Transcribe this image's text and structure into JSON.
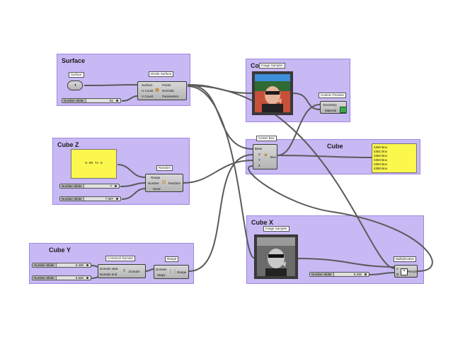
{
  "groups": {
    "surface": "Surface",
    "color": "Color",
    "cube_z": "Cube Z",
    "cube": "Cube",
    "cube_y": "Cube Y",
    "cube_x": "Cube X"
  },
  "tags": {
    "surface": "Surface",
    "divide_surface": "Divide Surface",
    "image_sampler_top": "Image Sampler",
    "custom_preview": "Custom Preview",
    "random": "Random",
    "center_box": "Center Box",
    "construct_domain": "Construct Domain",
    "range": "Range",
    "image_sampler_bottom": "Image Sampler",
    "multiplication": "Multiplication"
  },
  "divide_surface": {
    "inputs": [
      "Surface",
      "U Count",
      "V Count"
    ],
    "outputs": [
      "Points",
      "Normals",
      "Parameters"
    ]
  },
  "custom_preview": {
    "inputs": [
      "Geometry",
      "Material"
    ]
  },
  "random": {
    "inputs": [
      "Range",
      "Number",
      "Seed"
    ],
    "output": "Random"
  },
  "center_box": {
    "inputs": [
      "Base",
      "X",
      "Y",
      "Z"
    ],
    "output": "Box"
  },
  "construct_domain": {
    "inputs": [
      "Domain start",
      "Domain end"
    ],
    "output": "Domain"
  },
  "range": {
    "inputs": [
      "Domain",
      "Steps"
    ],
    "output": "Range"
  },
  "multiplication": {
    "inputs": [
      "A",
      "B"
    ],
    "output": "Result"
  },
  "sliders": {
    "surface_count": {
      "name": "Number Slider",
      "value": "51"
    },
    "random_number": {
      "name": "Number Slider",
      "value": "7"
    },
    "random_seed": {
      "name": "Number Slider",
      "value": "7.307"
    },
    "domain_start": {
      "name": "Number Slider",
      "value": "0.430"
    },
    "domain_end": {
      "name": "Number Slider",
      "value": "0.620"
    },
    "multiplier": {
      "name": "Number Slider",
      "value": "0.432"
    }
  },
  "domain_panel": {
    "text": "0.09 To 6"
  },
  "box_panel": {
    "rows": [
      "4350 Box",
      "4351 Box",
      "4352 Box",
      "4353 Box",
      "4354 Box",
      "4355 Box"
    ]
  },
  "colors": {
    "group_fill": "#c8b8f4",
    "panel_yellow": "#fbf74c",
    "wire": "#555555"
  }
}
